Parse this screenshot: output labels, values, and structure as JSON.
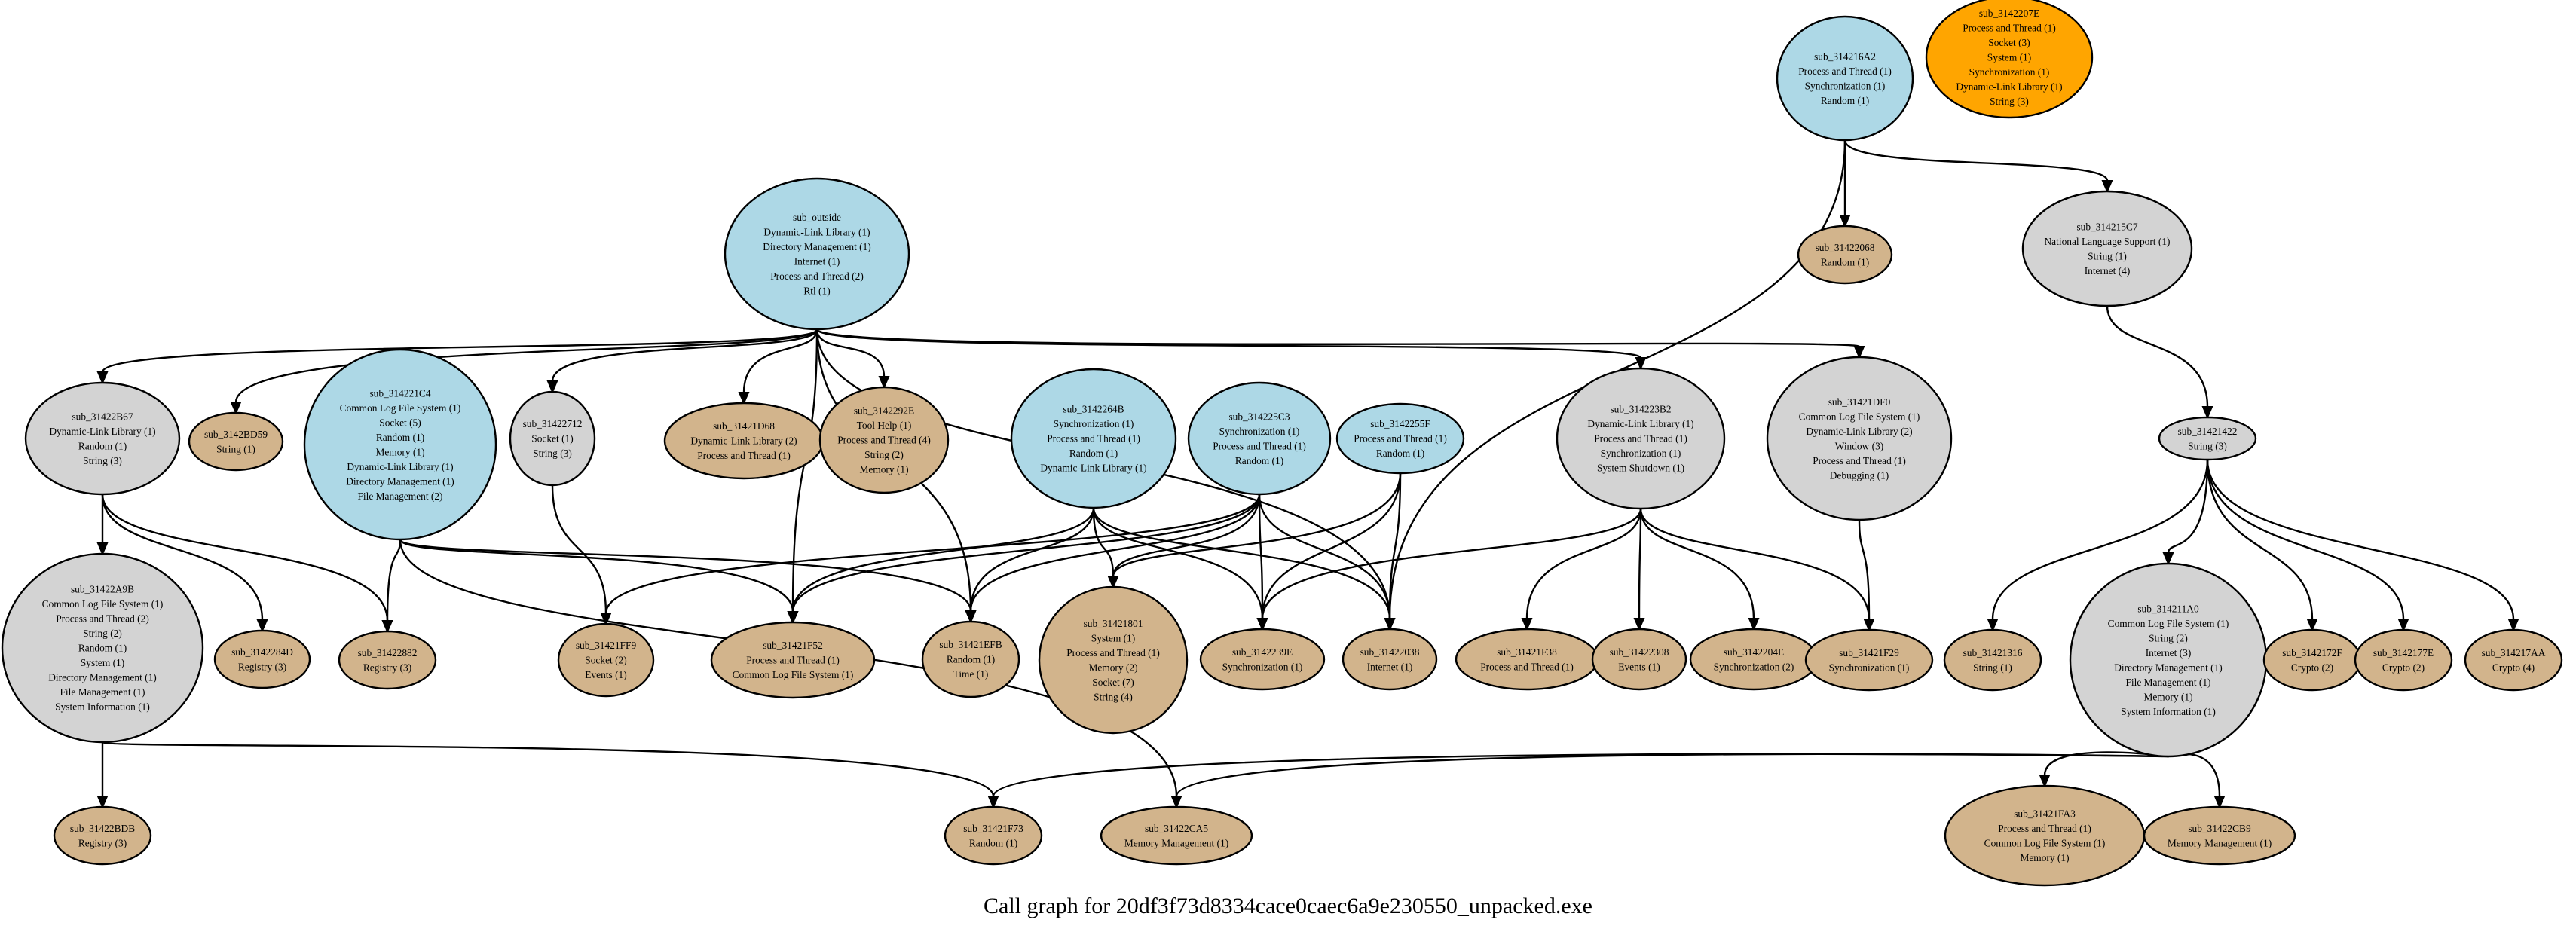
{
  "title": "Call graph for 20df3f73d8334cace0caec6a9e230550_unpacked.exe",
  "colors": {
    "blue": "#add8e6",
    "tan": "#d2b48c",
    "gray": "#d3d3d3",
    "orange": "#ffa500",
    "edge": "#000000"
  },
  "nodes": [
    {
      "id": "sub_314216A2",
      "color": "blue",
      "lines": [
        "sub_314216A2",
        "Process and Thread (1)",
        "Synchronization (1)",
        "Random (1)"
      ]
    },
    {
      "id": "sub_3142207E",
      "color": "orange",
      "lines": [
        "sub_3142207E",
        "Process and Thread (1)",
        "Socket (3)",
        "System (1)",
        "Synchronization (1)",
        "Dynamic-Link Library (1)",
        "String (3)"
      ]
    },
    {
      "id": "sub_outside",
      "color": "blue",
      "lines": [
        "sub_outside",
        "Dynamic-Link Library (1)",
        "Directory Management (1)",
        "Internet (1)",
        "Process and Thread (2)",
        "Rtl (1)"
      ]
    },
    {
      "id": "sub_31422068",
      "color": "tan",
      "lines": [
        "sub_31422068",
        "Random (1)"
      ]
    },
    {
      "id": "sub_314215C7",
      "color": "gray",
      "lines": [
        "sub_314215C7",
        "National Language Support (1)",
        "String (1)",
        "Internet (4)"
      ]
    },
    {
      "id": "sub_31422B67",
      "color": "gray",
      "lines": [
        "sub_31422B67",
        "Dynamic-Link Library (1)",
        "Random (1)",
        "String (3)"
      ]
    },
    {
      "id": "sub_3142BD59",
      "color": "tan",
      "lines": [
        "sub_3142BD59",
        "String (1)"
      ]
    },
    {
      "id": "sub_314221C4",
      "color": "blue",
      "lines": [
        "sub_314221C4",
        "Common Log File System (1)",
        "Socket (5)",
        "Random (1)",
        "Memory (1)",
        "Dynamic-Link Library (1)",
        "Directory Management (1)",
        "File Management (2)"
      ]
    },
    {
      "id": "sub_31422712",
      "color": "gray",
      "lines": [
        "sub_31422712",
        "Socket (1)",
        "String (3)"
      ]
    },
    {
      "id": "sub_31421D68",
      "color": "tan",
      "lines": [
        "sub_31421D68",
        "Dynamic-Link Library (2)",
        "Process and Thread (1)"
      ]
    },
    {
      "id": "sub_3142292E",
      "color": "tan",
      "lines": [
        "sub_3142292E",
        "Tool Help (1)",
        "Process and Thread (4)",
        "String (2)",
        "Memory (1)"
      ]
    },
    {
      "id": "sub_3142264B",
      "color": "blue",
      "lines": [
        "sub_3142264B",
        "Synchronization (1)",
        "Process and Thread (1)",
        "Random (1)",
        "Dynamic-Link Library (1)"
      ]
    },
    {
      "id": "sub_314225C3",
      "color": "blue",
      "lines": [
        "sub_314225C3",
        "Synchronization (1)",
        "Process and Thread (1)",
        "Random (1)"
      ]
    },
    {
      "id": "sub_3142255F",
      "color": "blue",
      "lines": [
        "sub_3142255F",
        "Process and Thread (1)",
        "Random (1)"
      ]
    },
    {
      "id": "sub_314223B2",
      "color": "gray",
      "lines": [
        "sub_314223B2",
        "Dynamic-Link Library (1)",
        "Process and Thread (1)",
        "Synchronization (1)",
        "System Shutdown (1)"
      ]
    },
    {
      "id": "sub_31421DF0",
      "color": "gray",
      "lines": [
        "sub_31421DF0",
        "Common Log File System (1)",
        "Dynamic-Link Library (2)",
        "Window (3)",
        "Process and Thread (1)",
        "Debugging (1)"
      ]
    },
    {
      "id": "sub_31421422",
      "color": "gray",
      "lines": [
        "sub_31421422",
        "String (3)"
      ]
    },
    {
      "id": "sub_31422A9B",
      "color": "gray",
      "lines": [
        "sub_31422A9B",
        "Common Log File System (1)",
        "Process and Thread (2)",
        "String (2)",
        "Random (1)",
        "System (1)",
        "Directory Management (1)",
        "File Management (1)",
        "System Information (1)"
      ]
    },
    {
      "id": "sub_3142284D",
      "color": "tan",
      "lines": [
        "sub_3142284D",
        "Registry (3)"
      ]
    },
    {
      "id": "sub_31422882",
      "color": "tan",
      "lines": [
        "sub_31422882",
        "Registry (3)"
      ]
    },
    {
      "id": "sub_31421FF9",
      "color": "tan",
      "lines": [
        "sub_31421FF9",
        "Socket (2)",
        "Events (1)"
      ]
    },
    {
      "id": "sub_31421F52",
      "color": "tan",
      "lines": [
        "sub_31421F52",
        "Process and Thread (1)",
        "Common Log File System (1)"
      ]
    },
    {
      "id": "sub_31421EFB",
      "color": "tan",
      "lines": [
        "sub_31421EFB",
        "Random (1)",
        "Time (1)"
      ]
    },
    {
      "id": "sub_31421801",
      "color": "tan",
      "lines": [
        "sub_31421801",
        "System (1)",
        "Process and Thread (1)",
        "Memory (2)",
        "Socket (7)",
        "String (4)"
      ]
    },
    {
      "id": "sub_3142239E",
      "color": "tan",
      "lines": [
        "sub_3142239E",
        "Synchronization (1)"
      ]
    },
    {
      "id": "sub_31422038",
      "color": "tan",
      "lines": [
        "sub_31422038",
        "Internet (1)"
      ]
    },
    {
      "id": "sub_31421F38",
      "color": "tan",
      "lines": [
        "sub_31421F38",
        "Process and Thread (1)"
      ]
    },
    {
      "id": "sub_31422308",
      "color": "tan",
      "lines": [
        "sub_31422308",
        "Events (1)"
      ]
    },
    {
      "id": "sub_3142204E",
      "color": "tan",
      "lines": [
        "sub_3142204E",
        "Synchronization (2)"
      ]
    },
    {
      "id": "sub_31421F29",
      "color": "tan",
      "lines": [
        "sub_31421F29",
        "Synchronization (1)"
      ]
    },
    {
      "id": "sub_31421316",
      "color": "tan",
      "lines": [
        "sub_31421316",
        "String (1)"
      ]
    },
    {
      "id": "sub_314211A0",
      "color": "gray",
      "lines": [
        "sub_314211A0",
        "Common Log File System (1)",
        "String (2)",
        "Internet (3)",
        "Directory Management (1)",
        "File Management (1)",
        "Memory (1)",
        "System Information (1)"
      ]
    },
    {
      "id": "sub_3142172F",
      "color": "tan",
      "lines": [
        "sub_3142172F",
        "Crypto (2)"
      ]
    },
    {
      "id": "sub_3142177E",
      "color": "tan",
      "lines": [
        "sub_3142177E",
        "Crypto (2)"
      ]
    },
    {
      "id": "sub_314217AA",
      "color": "tan",
      "lines": [
        "sub_314217AA",
        "Crypto (4)"
      ]
    },
    {
      "id": "sub_31422BDB",
      "color": "tan",
      "lines": [
        "sub_31422BDB",
        "Registry (3)"
      ]
    },
    {
      "id": "sub_31421F73",
      "color": "tan",
      "lines": [
        "sub_31421F73",
        "Random (1)"
      ]
    },
    {
      "id": "sub_31422CA5",
      "color": "tan",
      "lines": [
        "sub_31422CA5",
        "Memory Management (1)"
      ]
    },
    {
      "id": "sub_31421FA3",
      "color": "tan",
      "lines": [
        "sub_31421FA3",
        "Process and Thread (1)",
        "Common Log File System (1)",
        "Memory (1)"
      ]
    },
    {
      "id": "sub_31422CB9",
      "color": "tan",
      "lines": [
        "sub_31422CB9",
        "Memory Management (1)"
      ]
    }
  ],
  "edges": [
    [
      "sub_314216A2",
      "sub_31422068"
    ],
    [
      "sub_314216A2",
      "sub_314215C7"
    ],
    [
      "sub_314216A2",
      "sub_31422038"
    ],
    [
      "sub_314215C7",
      "sub_31421422"
    ],
    [
      "sub_outside",
      "sub_31422B67"
    ],
    [
      "sub_outside",
      "sub_3142BD59"
    ],
    [
      "sub_outside",
      "sub_31422712"
    ],
    [
      "sub_outside",
      "sub_31421D68"
    ],
    [
      "sub_outside",
      "sub_3142292E"
    ],
    [
      "sub_outside",
      "sub_31421F52"
    ],
    [
      "sub_outside",
      "sub_31421EFB"
    ],
    [
      "sub_outside",
      "sub_314223B2"
    ],
    [
      "sub_outside",
      "sub_31421DF0"
    ],
    [
      "sub_outside",
      "sub_31422038"
    ],
    [
      "sub_31422B67",
      "sub_31422A9B"
    ],
    [
      "sub_31422B67",
      "sub_3142284D"
    ],
    [
      "sub_31422B67",
      "sub_31422882"
    ],
    [
      "sub_314221C4",
      "sub_31422882"
    ],
    [
      "sub_314221C4",
      "sub_31421F52"
    ],
    [
      "sub_314221C4",
      "sub_31421EFB"
    ],
    [
      "sub_314221C4",
      "sub_31422CA5"
    ],
    [
      "sub_31422712",
      "sub_31421FF9"
    ],
    [
      "sub_3142264B",
      "sub_31421F52"
    ],
    [
      "sub_3142264B",
      "sub_31421EFB"
    ],
    [
      "sub_3142264B",
      "sub_31421801"
    ],
    [
      "sub_3142264B",
      "sub_3142239E"
    ],
    [
      "sub_3142264B",
      "sub_31422038"
    ],
    [
      "sub_314225C3",
      "sub_31421FF9"
    ],
    [
      "sub_314225C3",
      "sub_31421F52"
    ],
    [
      "sub_314225C3",
      "sub_31421EFB"
    ],
    [
      "sub_314225C3",
      "sub_31421801"
    ],
    [
      "sub_314225C3",
      "sub_3142239E"
    ],
    [
      "sub_314225C3",
      "sub_31422038"
    ],
    [
      "sub_3142255F",
      "sub_31421801"
    ],
    [
      "sub_3142255F",
      "sub_3142239E"
    ],
    [
      "sub_3142255F",
      "sub_31422038"
    ],
    [
      "sub_314223B2",
      "sub_3142239E"
    ],
    [
      "sub_314223B2",
      "sub_31421F38"
    ],
    [
      "sub_314223B2",
      "sub_31422308"
    ],
    [
      "sub_314223B2",
      "sub_3142204E"
    ],
    [
      "sub_314223B2",
      "sub_31421F29"
    ],
    [
      "sub_31421DF0",
      "sub_31421F29"
    ],
    [
      "sub_31421422",
      "sub_31421316"
    ],
    [
      "sub_31421422",
      "sub_314211A0"
    ],
    [
      "sub_31421422",
      "sub_3142172F"
    ],
    [
      "sub_31421422",
      "sub_3142177E"
    ],
    [
      "sub_31421422",
      "sub_314217AA"
    ],
    [
      "sub_31422A9B",
      "sub_31422BDB"
    ],
    [
      "sub_31422A9B",
      "sub_31421F73"
    ],
    [
      "sub_314211A0",
      "sub_31421F73"
    ],
    [
      "sub_314211A0",
      "sub_31422CA5"
    ],
    [
      "sub_314211A0",
      "sub_31421FA3"
    ],
    [
      "sub_314211A0",
      "sub_31422CB9"
    ]
  ]
}
